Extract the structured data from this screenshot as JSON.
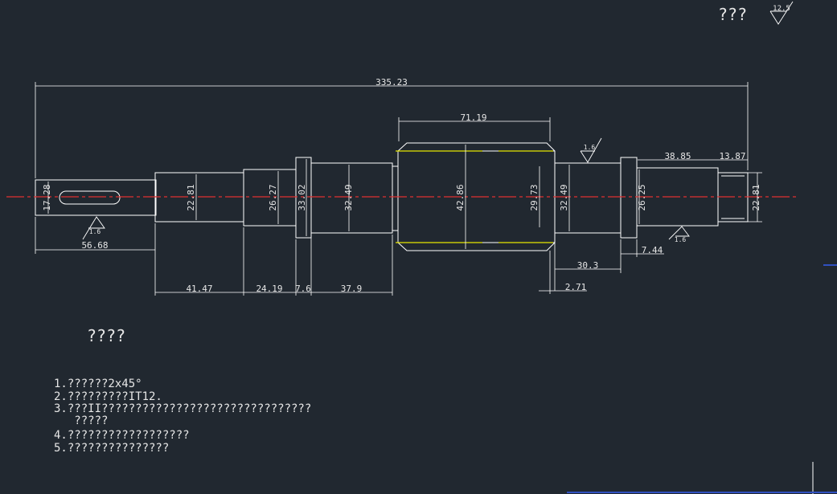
{
  "title_mark": "???",
  "title_roughness": "12.5",
  "dims": {
    "overall": "335.23",
    "d71": "71.19",
    "d38": "38.85",
    "d13": "13.87",
    "d56": "56.68",
    "d41": "41.47",
    "d24": "24.19",
    "d7_6": "7.6",
    "d37": "37.9",
    "d30": "30.3",
    "d7_44": "7.44",
    "d2_71": "2.71",
    "dia_17": "17.28",
    "dia_22a": "22.81",
    "dia_26a": "26.27",
    "dia_33": "33.02",
    "dia_32a": "32.49",
    "dia_42": "42.86",
    "dia_29": "29.73",
    "dia_32b": "32.49",
    "dia_26b": "26.25",
    "dia_22b": "22.81"
  },
  "roughness": {
    "r1": "1.6",
    "r2": "1.6",
    "r3": "1.6"
  },
  "notes": {
    "heading": "????",
    "items": [
      "1.??????2x45°",
      "2.?????????IT12.",
      "3.???II???????????????????????????????",
      "   ?????",
      "4.??????????????????",
      "5.???????????????"
    ]
  },
  "colors": {
    "background": "#212830",
    "outline": "#ffffff",
    "centerline": "#e03030",
    "hidden": "#e6e600"
  }
}
